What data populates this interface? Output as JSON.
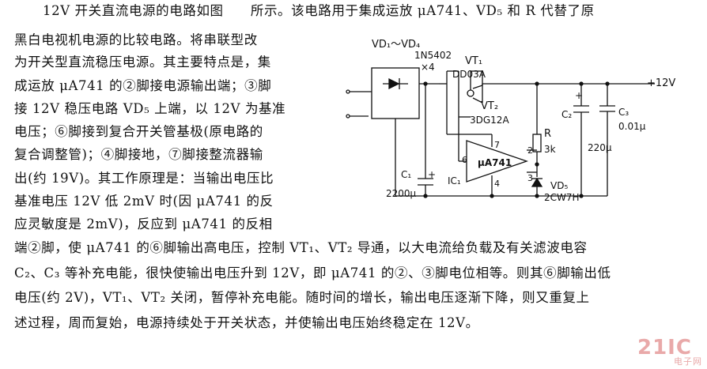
{
  "text_lines": [
    "12V 开关直流电源的电路如图　　所示。该电路用于集成运放 μA741、VD₅ 和 R 代替了原",
    "黑白电视机电源的比较电路。将串联型改",
    "为开关型直流稳压电源。其主要特点是，集",
    "成运放 μA741 的②脚接电源输出端；③脚",
    "接 12V 稳压电路 VD₅ 上端，以 12V 为基准",
    "电压；⑥脚接到复合开关管基极(原电路的",
    "复合调整管)；④脚接地，⑦脚接整流器输",
    "出(约 19V)。其工作原理是：当输出电压比",
    "基准电压 12V 低 2mV 时(因 μA741 的反",
    "应灵敏度是 2mV)，反应到 μA741 的反相",
    "端②脚，使 μA741 的⑥脚输出高电压，控制 VT₁、VT₂ 导通，以大电流给负载及有关滤波电容",
    "C₂、C₃ 等补充电能，很快使输出电压升到 12V，即 μA741 的②、③脚电位相等。则其⑥脚输出低",
    "电压(约 2V)，VT₁、VT₂ 关闭，暂停补充电能。随时间的增长，输出电压逐渐下降，则又重复上",
    "述过程，周而复始，电源持续处于开关状态，并使输出电压始终稳定在 12V。"
  ],
  "circuit": {
    "vd_label": "VD₁～VD₄",
    "diode_part": "1N5402",
    "diode_count": "×4",
    "vt1_label": "VT₁",
    "vt1_part": "DD03A",
    "vt2_label": "VT₂",
    "vt2_part": "3DG12A",
    "output_label": "+12V",
    "c2_label": "C₂",
    "c2_value": "220μ",
    "c3_label": "C₃",
    "c3_value": "0.01μ",
    "r_label": "R",
    "r_value": "3k",
    "c1_label": "C₁",
    "c1_value": "2200μ",
    "ic_label": "IC₁",
    "opamp_label": "μA741",
    "vd5_label": "VD₅",
    "vd5_part": "2CW7H",
    "plus_sign": "+",
    "pin2": "2",
    "pin3": "3",
    "pin4": "4",
    "pin6": "6",
    "pin7": "7"
  },
  "watermark": {
    "logo": "21IC",
    "sub": "电子网"
  }
}
